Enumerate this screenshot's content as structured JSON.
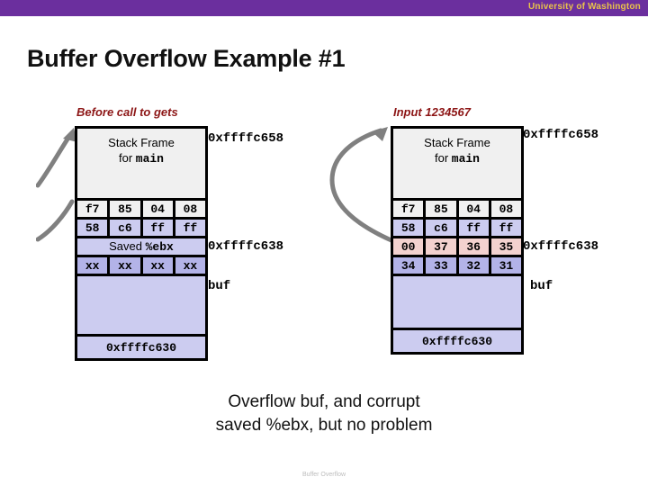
{
  "banner": {
    "university": "University of Washington",
    "color": "#6b2f9e",
    "text_color": "#e8c24a"
  },
  "slide": {
    "title": "Buffer Overflow Example #1",
    "footer": "Buffer Overflow"
  },
  "left_panel": {
    "caption": "Before call to gets",
    "frame_line1": "Stack Frame",
    "frame_line2_prefix": "for ",
    "frame_line2_mono": "main",
    "byte_rows": [
      {
        "cells": [
          "f7",
          "85",
          "04",
          "08"
        ],
        "fill": "fill-white"
      },
      {
        "cells": [
          "58",
          "c6",
          "ff",
          "ff"
        ],
        "fill": "fill-blue"
      }
    ],
    "saved_label_prefix": "Saved ",
    "saved_label_mono": "%ebx",
    "buf_row": {
      "cells": [
        "xx",
        "xx",
        "xx",
        "xx"
      ],
      "fill": "fill-blue-dark"
    },
    "bottom_addr": "0xffffc630",
    "labels": {
      "top_addr": "0xffffc658",
      "mid_addr": "0xffffc638",
      "buf": "buf"
    }
  },
  "right_panel": {
    "caption": "Input 1234567",
    "frame_line1": "Stack Frame",
    "frame_line2_prefix": "for ",
    "frame_line2_mono": "main",
    "byte_rows": [
      {
        "cells": [
          "f7",
          "85",
          "04",
          "08"
        ],
        "fill": "fill-white"
      },
      {
        "cells": [
          "58",
          "c6",
          "ff",
          "ff"
        ],
        "fill": "fill-blue"
      },
      {
        "cells": [
          "00",
          "37",
          "36",
          "35"
        ],
        "fill": "fill-pink"
      },
      {
        "cells": [
          "34",
          "33",
          "32",
          "31"
        ],
        "fill": "fill-blue-dark"
      }
    ],
    "bottom_addr": "0xffffc630",
    "labels": {
      "top_addr": "0xffffc658",
      "mid_addr": "0xffffc638",
      "buf": "buf"
    }
  },
  "bottom_caption": {
    "line1": "Overflow buf, and corrupt",
    "line2": "saved %ebx, but no problem"
  },
  "colors": {
    "accent_purple": "#6b2f9e",
    "caption_red": "#8c1515",
    "cell_blue": "#ccccf0",
    "cell_blue_dark": "#b3b3e8",
    "cell_pink": "#f3d2cf",
    "cell_white": "#f0f0f0",
    "arrow_gray": "#808080"
  }
}
